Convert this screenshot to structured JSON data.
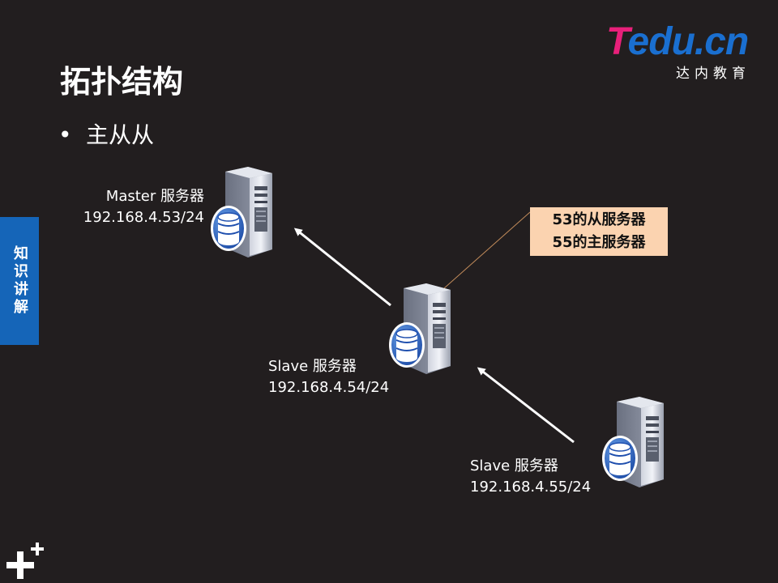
{
  "slide": {
    "title": "拓扑结构",
    "bullet": "主从从",
    "side_tab": "知识讲解"
  },
  "logo": {
    "brand_t": "T",
    "brand_rest": "edu.cn",
    "subtitle": "达内教育"
  },
  "nodes": {
    "master": {
      "name": "Master 服务器",
      "ip": "192.168.4.53/24"
    },
    "slave1": {
      "name": "Slave 服务器",
      "ip": "192.168.4.54/24"
    },
    "slave2": {
      "name": "Slave 服务器",
      "ip": "192.168.4.55/24"
    }
  },
  "callout": {
    "line1": "53的从服务器",
    "line2": "55的主服务器"
  },
  "colors": {
    "background": "#221e1f",
    "side_tab": "#1565b8",
    "callout_bg": "#fbd3b0",
    "logo_pink": "#e8207a",
    "logo_blue": "#1a6fd0"
  }
}
